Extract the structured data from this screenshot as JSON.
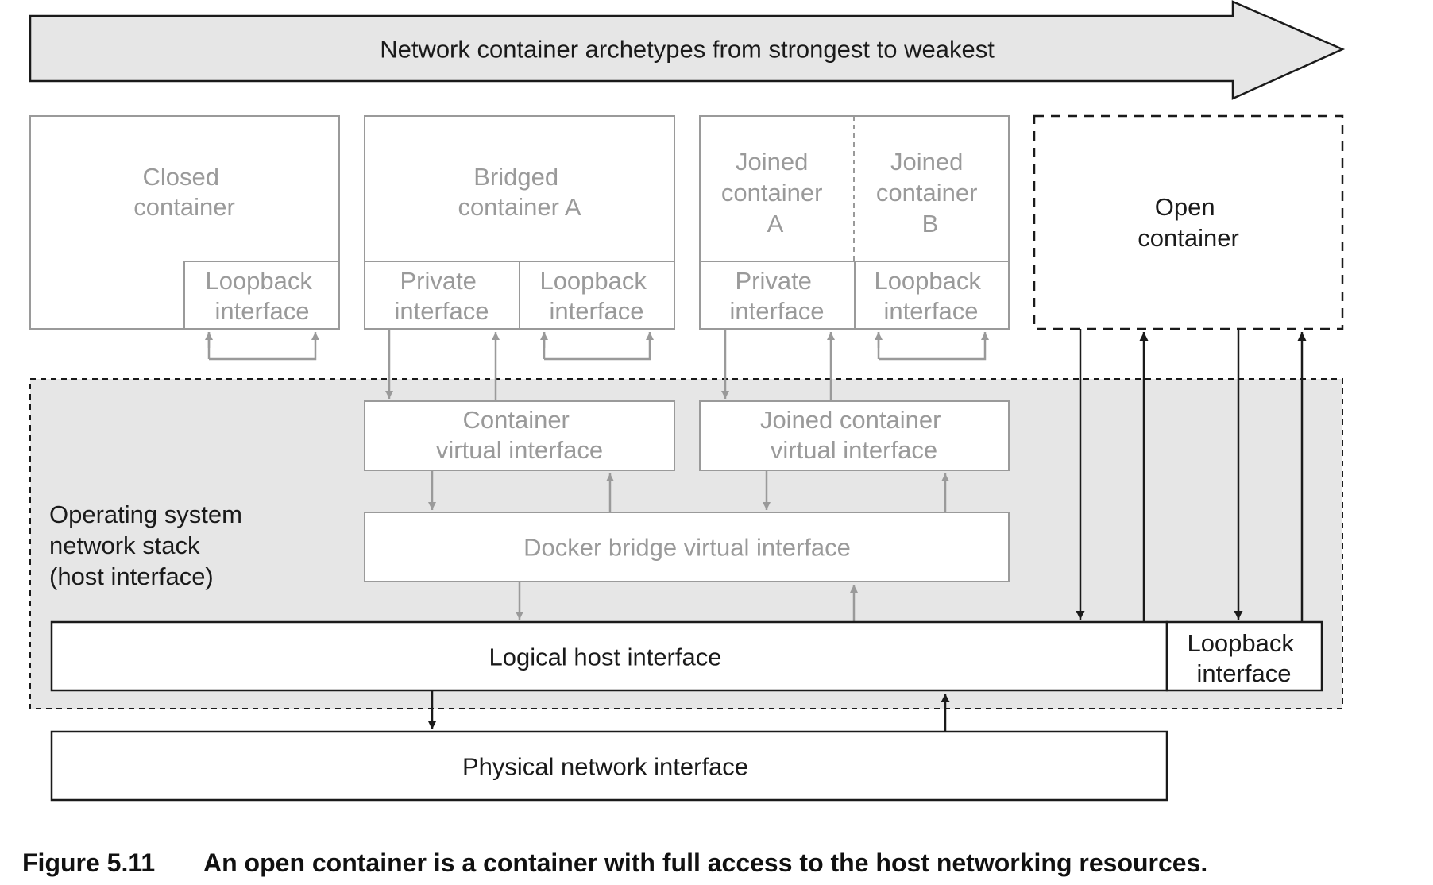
{
  "banner": {
    "text": "Network container archetypes from strongest to weakest"
  },
  "closed_container": {
    "title": [
      "Closed",
      "container"
    ],
    "loopback": [
      "Loopback",
      "interface"
    ]
  },
  "bridged_container": {
    "title": [
      "Bridged",
      "container A"
    ],
    "private": [
      "Private",
      "interface"
    ],
    "loopback": [
      "Loopback",
      "interface"
    ]
  },
  "joined_containers": {
    "a_title": [
      "Joined",
      "container",
      "A"
    ],
    "b_title": [
      "Joined",
      "container",
      "B"
    ],
    "private": [
      "Private",
      "interface"
    ],
    "loopback": [
      "Loopback",
      "interface"
    ]
  },
  "open_container": {
    "title": [
      "Open",
      "container"
    ]
  },
  "os_stack": {
    "label": [
      "Operating system",
      "network stack",
      "(host interface)"
    ],
    "container_virtual": [
      "Container",
      "virtual interface"
    ],
    "joined_virtual": [
      "Joined container",
      "virtual interface"
    ],
    "docker_bridge": "Docker bridge virtual interface",
    "logical_host": "Logical host interface",
    "host_loopback": [
      "Loopback",
      "interface"
    ]
  },
  "physical": {
    "label": "Physical network interface"
  },
  "caption": {
    "number": "Figure 5.11",
    "text": "An open container is a container with full access to the host networking resources."
  }
}
